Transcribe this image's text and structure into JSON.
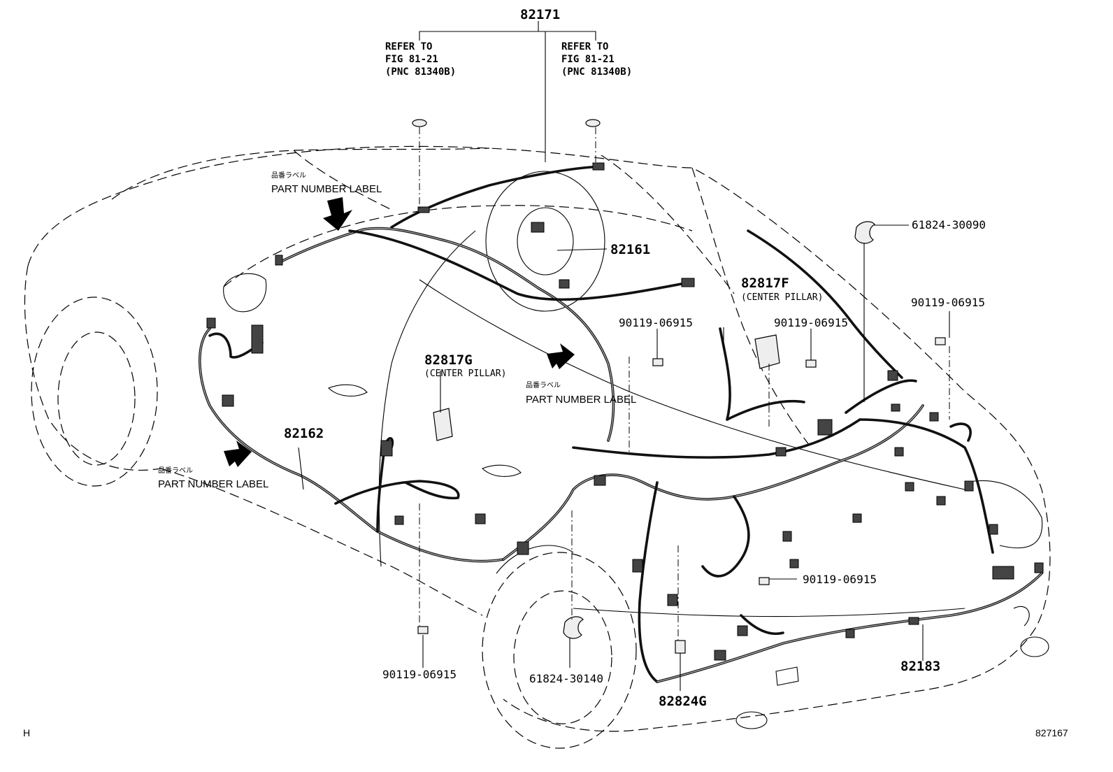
{
  "top_callout": {
    "part": "82171",
    "refer_left": [
      "REFER TO",
      "FIG 81-21",
      "(PNC 81340B)"
    ],
    "refer_right": [
      "REFER TO",
      "FIG 81-21",
      "(PNC 81340B)"
    ]
  },
  "labels": {
    "pn_label_roof_jp": "品番ラベル",
    "pn_label_roof": "PART NUMBER LABEL",
    "pn_label_center_jp": "品番ラベル",
    "pn_label_center": "PART NUMBER LABEL",
    "pn_label_side_jp": "品番ラベル",
    "pn_label_side": "PART NUMBER LABEL"
  },
  "parts": {
    "p82161": "82161",
    "p61824_30090": "61824-30090",
    "p82817F": "82817F",
    "p82817F_note": "(CENTER PILLAR)",
    "p90119_right": "90119-06915",
    "p90119_mid_left": "90119-06915",
    "p90119_mid_right": "90119-06915",
    "p82817G": "82817G",
    "p82817G_note": "(CENTER PILLAR)",
    "p82162": "82162",
    "p90119_lower": "90119-06915",
    "p90119_bottom": "90119-06915",
    "p61824_30140": "61824-30140",
    "p82824G": "82824G",
    "p82183": "82183"
  },
  "corner": {
    "left": "H",
    "right": "827167"
  }
}
